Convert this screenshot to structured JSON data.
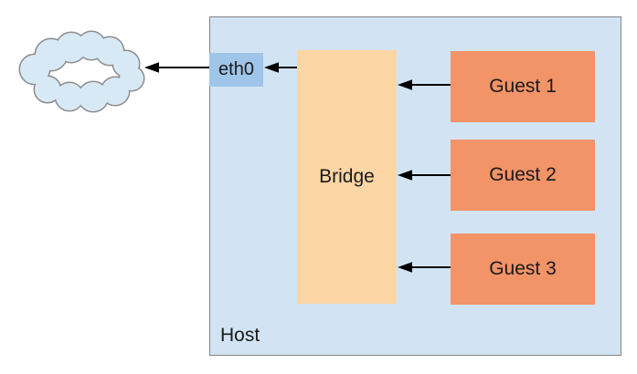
{
  "diagram": {
    "host": {
      "label": "Host"
    },
    "interface": {
      "label": "eth0"
    },
    "bridge": {
      "label": "Bridge"
    },
    "guests": [
      {
        "label": "Guest 1"
      },
      {
        "label": "Guest 2"
      },
      {
        "label": "Guest 3"
      }
    ],
    "cloud": {
      "name": "external-network-cloud"
    },
    "connections": [
      {
        "from": "eth0",
        "to": "cloud"
      },
      {
        "from": "Bridge",
        "to": "eth0"
      },
      {
        "from": "Guest 1",
        "to": "Bridge"
      },
      {
        "from": "Guest 2",
        "to": "Bridge"
      },
      {
        "from": "Guest 3",
        "to": "Bridge"
      }
    ]
  },
  "colors": {
    "host_bg": "#d2e4f3",
    "host_border": "#848484",
    "eth0_bg": "#9fc5e8",
    "bridge_bg": "#fcd5a4",
    "guest_bg": "#f29368",
    "cloud_fill": "#d8e9f6",
    "cloud_border": "#8d8d8d",
    "arrow": "#000000",
    "text": "#1a1a1a"
  }
}
